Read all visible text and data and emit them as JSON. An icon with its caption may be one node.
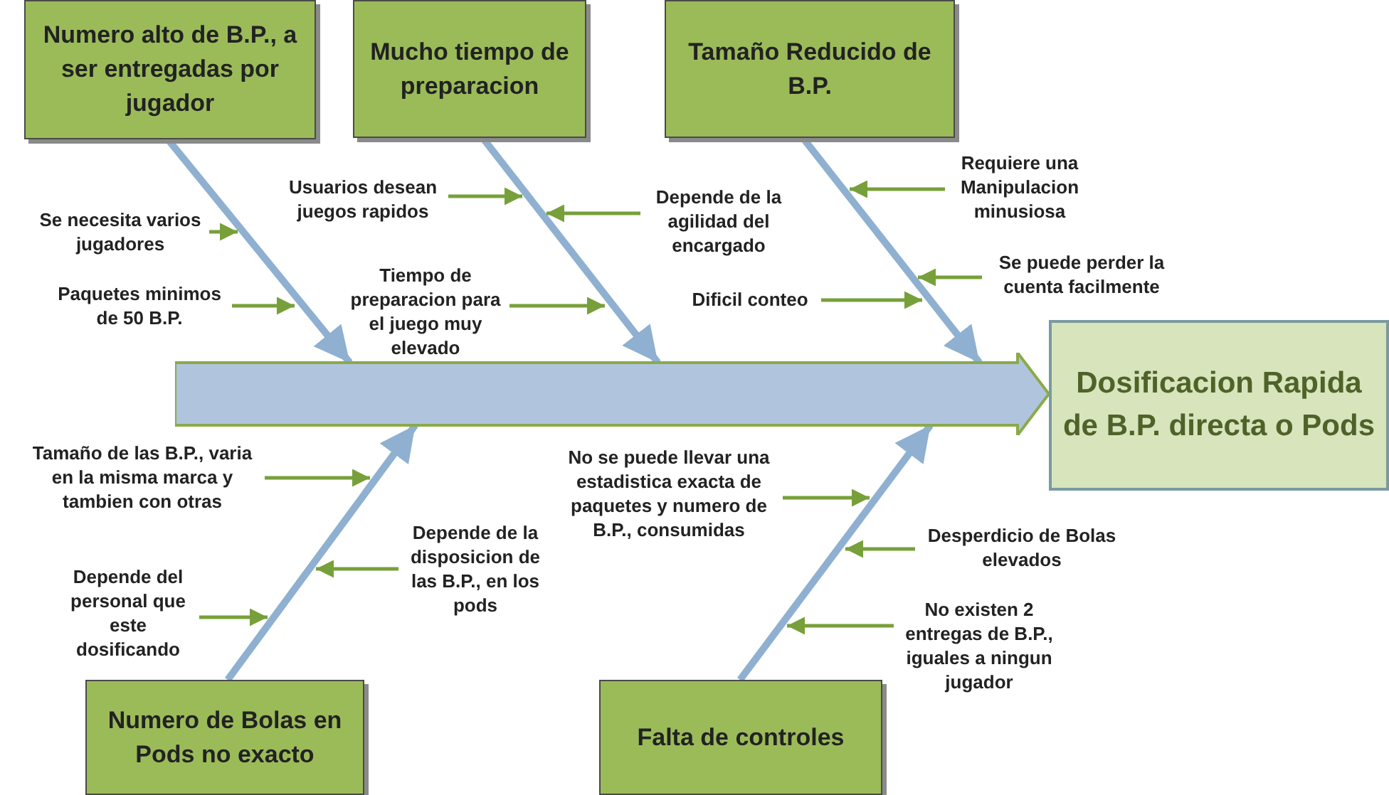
{
  "diagram": {
    "nodes": [
      {
        "text": [
          "Numero alto de B.P., a ser entregadas por jugador"
        ]
      },
      {
        "text": [
          "Mucho tiempo de preparacion"
        ]
      },
      {
        "text": [
          "Tamaño Reducido de B.P."
        ]
      },
      {
        "text": [],
        "shape": "arrow"
      },
      {
        "text": [
          "Dosificacion Rapida de B.P. directa o Pods"
        ]
      },
      {
        "text": [
          "Numero de Bolas en Pods no exacto"
        ]
      },
      {
        "text": [
          "Falta de controles"
        ]
      },
      {
        "text": [
          "Se necesita varios jugadores"
        ]
      },
      {
        "text": [
          "Paquetes minimos de 50 B.P."
        ]
      },
      {
        "text": [
          "Usuarios desean juegos rapidos"
        ]
      },
      {
        "text": [
          "Tiempo de preparacion para el juego muy elevado"
        ]
      },
      {
        "text": [
          "Depende de la agilidad del encargado"
        ]
      },
      {
        "text": [
          "Dificil conteo"
        ]
      },
      {
        "text": [
          "Requiere una Manipulacion minusiosa"
        ]
      },
      {
        "text": [
          "Se puede perder la cuenta facilmente"
        ]
      },
      {
        "text": [
          "Tamaño de las B.P., varia en la misma marca y tambien con otras"
        ]
      },
      {
        "text": [
          "Depende de la disposicion de las B.P., en los pods"
        ]
      },
      {
        "text": [
          "Depende del personal que este dosificando"
        ]
      },
      {
        "text": [
          "No se puede llevar una estadistica exacta de paquetes y numero de B.P., consumidas"
        ]
      },
      {
        "text": [
          "Desperdicio de Bolas elevados"
        ]
      },
      {
        "text": [
          "No existen 2 entregas de B.P., iguales a ningun jugador"
        ]
      }
    ],
    "edges": [
      {
        "from": 0,
        "to": 3,
        "arrow": "to",
        "style": "thick",
        "color": "#8fb0d0"
      },
      {
        "from": 1,
        "to": 3,
        "arrow": "to",
        "style": "thick",
        "color": "#8fb0d0"
      },
      {
        "from": 2,
        "to": 3,
        "arrow": "to",
        "style": "thick",
        "color": "#8fb0d0"
      },
      {
        "from": 5,
        "to": 3,
        "arrow": "to",
        "style": "thick",
        "color": "#8fb0d0"
      },
      {
        "from": 6,
        "to": 3,
        "arrow": "to",
        "style": "thick",
        "color": "#8fb0d0"
      },
      {
        "from": 7,
        "to": null,
        "arrow": "to"
      },
      {
        "from": 8,
        "to": null,
        "arrow": "to"
      },
      {
        "from": 9,
        "to": null,
        "arrow": "to"
      },
      {
        "from": 10,
        "to": null,
        "arrow": "to"
      },
      {
        "from": 11,
        "to": null,
        "arrow": "to"
      },
      {
        "from": 12,
        "to": null,
        "arrow": "to"
      },
      {
        "from": 13,
        "to": null,
        "arrow": "to"
      },
      {
        "from": 14,
        "to": null,
        "arrow": "to"
      },
      {
        "from": 15,
        "to": null,
        "arrow": "to"
      },
      {
        "from": 16,
        "to": null,
        "arrow": "to"
      },
      {
        "from": 17,
        "to": null,
        "arrow": "to"
      },
      {
        "from": 18,
        "to": null,
        "arrow": "to"
      },
      {
        "from": 19,
        "to": null,
        "arrow": "to"
      },
      {
        "from": 20,
        "to": null,
        "arrow": "to"
      }
    ]
  }
}
